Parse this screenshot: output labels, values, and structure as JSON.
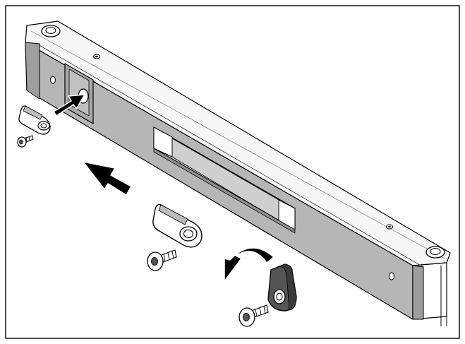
{
  "figure": {
    "kind": "assembly instruction illustration",
    "text_labels": [],
    "colors": {
      "panel_gray": "#b6b6b6",
      "panel_gray_dark": "#a4a4a4",
      "top_face": "#f7f7f7",
      "outline": "#000000",
      "arrow": "#000000",
      "part_white": "#ffffff",
      "part_dark": "#555555"
    },
    "parts": [
      {
        "name": "trim-strip",
        "icon": "trim-strip-icon"
      },
      {
        "name": "mounting-bracket-installed-area",
        "icon": "bracket-icon"
      },
      {
        "name": "eccentric-washer-small",
        "icon": "washer-icon"
      },
      {
        "name": "screw-small",
        "icon": "screw-icon"
      },
      {
        "name": "eccentric-washer-large",
        "icon": "washer-icon"
      },
      {
        "name": "screw-large",
        "icon": "screw-icon"
      },
      {
        "name": "dark-end-cap",
        "icon": "end-cap-icon"
      },
      {
        "name": "screw-bottom",
        "icon": "screw-icon"
      }
    ],
    "arrows": [
      {
        "name": "insert-arrow",
        "direction": "into-socket"
      },
      {
        "name": "slide-arrow",
        "direction": "left"
      },
      {
        "name": "rotate-arrow",
        "direction": "counter-clockwise"
      }
    ]
  }
}
